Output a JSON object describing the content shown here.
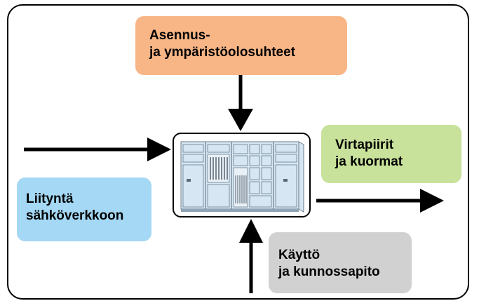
{
  "boxes": {
    "environment": {
      "line1": "Asennus-",
      "line2": "ja ympäristöolosuhteet",
      "color": "#f8b686"
    },
    "circuits": {
      "line1": "Virtapiirit",
      "line2": "ja kuormat",
      "color": "#c8e19b"
    },
    "grid": {
      "line1": "Liityntä",
      "line2": "sähköverkkoon",
      "color": "#a4d8f4"
    },
    "operation": {
      "line1": "Käyttö",
      "line2": "ja kunnossapito",
      "color": "#d1d1d1"
    }
  },
  "cabinet": {
    "icon": "switchgear-cabinet-icon",
    "color": "#d6e6f2"
  }
}
